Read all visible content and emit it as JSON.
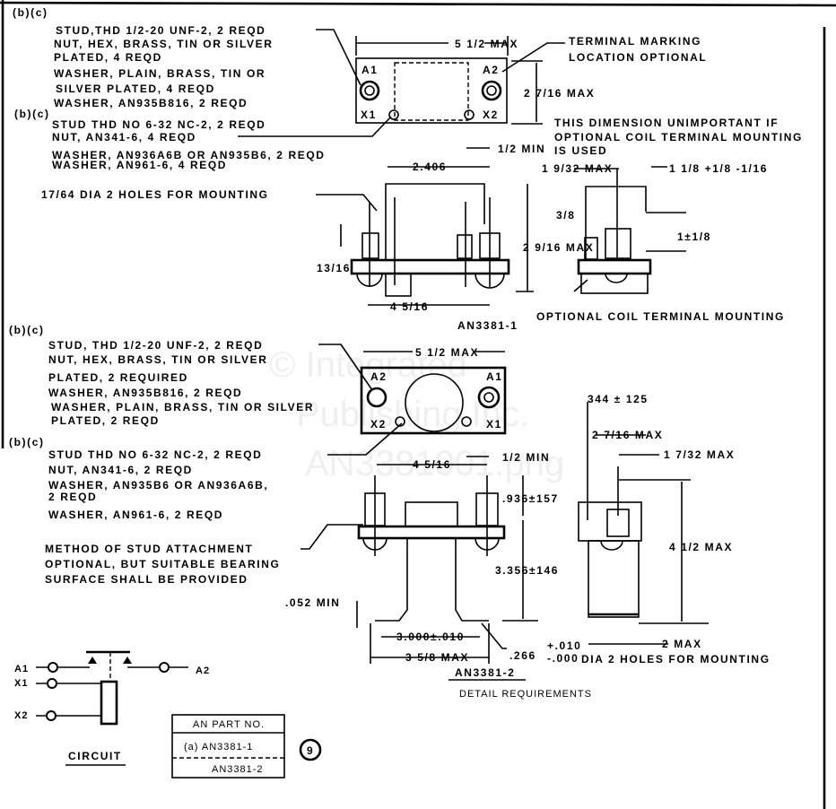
{
  "watermark": [
    "© Integrated",
    "Publishing Inc.",
    "AN3381001.png"
  ],
  "upper_notes": {
    "ref1": "(b)(c)",
    "group1": [
      "STUD,THD 1/2-20 UNF-2, 2 REQD",
      "NUT, HEX, BRASS, TIN OR SILVER",
      "PLATED, 4 REQD",
      "WASHER, PLAIN, BRASS, TIN OR",
      "SILVER PLATED, 4 REQD",
      "WASHER, AN935B816, 2 REQD"
    ],
    "ref2": "(b)(c)",
    "group2": [
      "STUD THD NO 6-32 NC-2, 2 REQD",
      "NUT, AN341-6, 4 REQD",
      "WASHER, AN936A6B OR AN935B6, 2 REQD",
      "WASHER, AN961-6, 4 REQD"
    ],
    "mounting": "17/64 DIA 2 HOLES FOR MOUNTING"
  },
  "lower_notes": {
    "ref1": "(b)(c)",
    "group1": [
      "STUD, THD 1/2-20 UNF-2, 2 REQD",
      "NUT, HEX, BRASS, TIN OR SILVER",
      "PLATED, 2 REQUIRED",
      "WASHER, AN935B816, 2 REQD",
      "WASHER, PLAIN, BRASS, TIN OR SILVER",
      "PLATED, 2 REQD"
    ],
    "ref2": "(b)(c)",
    "group2": [
      "STUD THD NO 6-32 NC-2, 2 REQD",
      "NUT, AN341-6, 2 REQD",
      "WASHER, AN935B6 OR AN936A6B,",
      "2 REQD",
      "WASHER, AN961-6, 2 REQD"
    ],
    "method": [
      "METHOD OF STUD ATTACHMENT",
      "OPTIONAL, BUT SUITABLE BEARING",
      "SURFACE SHALL BE PROVIDED"
    ]
  },
  "view1": {
    "width": "5 1/2 MAX",
    "terminal_note": [
      "TERMINAL MARKING",
      "LOCATION OPTIONAL"
    ],
    "height": "2 7/16 MAX",
    "dim_note": [
      "THIS DIMENSION UNIMPORTANT IF",
      "OPTIONAL COIL TERMINAL MOUNTING",
      "IS USED"
    ],
    "terminals": [
      "A1",
      "A2",
      "X1",
      "X2"
    ],
    "half_min": "1/2 MIN",
    "d2406": "2.406",
    "d1932": "1 9/32 MAX",
    "d118": "1 1/8 +1/8 -1/16",
    "d38": "3/8",
    "d2916": "2 9/16 MAX",
    "d1pm": "1±1/8",
    "d1316": "13/16",
    "d4516": "4 5/16",
    "part": "AN3381-1",
    "optional": "OPTIONAL COIL TERMINAL MOUNTING"
  },
  "view2": {
    "width": "5 1/2 MAX",
    "terminals": [
      "A2",
      "A1",
      "X2",
      "X1"
    ],
    "d344": "344 ± 125",
    "d2716": "2 7/16 MAX",
    "d1732": "1 7/32 MAX",
    "half_min": "1/2 MIN",
    "d4516": "4 5/16",
    "d936": ".936±157",
    "d412": "4 1/2 MAX",
    "d3356": "3.356±146",
    "d052": ".052 MIN",
    "d3000": "3.000±.010",
    "d358": "3 5/8 MAX",
    "d266": ".266",
    "d266tol": [
      "+.010",
      "-.000"
    ],
    "d2max": "2 MAX",
    "holes": "DIA 2 HOLES FOR MOUNTING",
    "part": "AN3381-2",
    "detail": "DETAIL REQUIREMENTS"
  },
  "circuit": {
    "labels": [
      "A1",
      "X1",
      "X2",
      "A2"
    ],
    "title": "CIRCUIT"
  },
  "parts_table": {
    "header": "AN PART NO.",
    "rows": [
      "(a) AN3381-1",
      "AN3381-2"
    ]
  },
  "sheet_number": "9"
}
